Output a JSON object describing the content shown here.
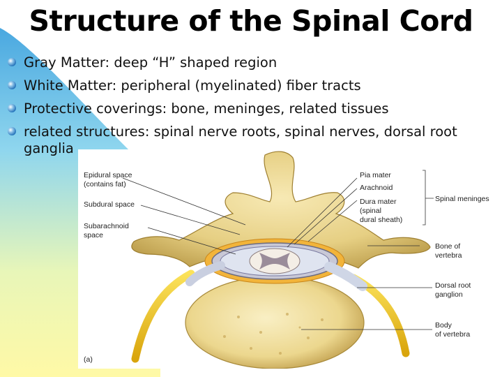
{
  "slide": {
    "title": "Structure of the Spinal Cord",
    "bullets": [
      "Gray Matter: deep “H” shaped region",
      "White Matter: peripheral (myelinated) fiber tracts",
      "Protective coverings: bone, meninges, related tissues",
      "related structures: spinal nerve roots, spinal nerves, dorsal root ganglia"
    ]
  },
  "figure": {
    "panel_label": "(a)",
    "labels_left": {
      "epidural_1": "Epidural space",
      "epidural_2": "(contains fat)",
      "subdural": "Subdural space",
      "subarachnoid_1": "Subarachnoid",
      "subarachnoid_2": "space"
    },
    "labels_right": {
      "pia": "Pia mater",
      "arachnoid": "Arachnoid",
      "dura_1": "Dura mater",
      "dura_2": "(spinal",
      "dura_3": "dural sheath)",
      "meninges": "Spinal meninges",
      "bone_1": "Bone of",
      "bone_2": "vertebra",
      "drg_1": "Dorsal root",
      "drg_2": "ganglion",
      "body_1": "Body",
      "body_2": "of vertebra"
    }
  },
  "colors": {
    "bone": "#e9d48a",
    "bone_shadow": "#b89a45",
    "nerve": "#f2c21a",
    "bullet_blue": "#1e6fb8",
    "gradient_blue": "#7fd0f2",
    "gradient_yellow": "#fff8a8"
  }
}
